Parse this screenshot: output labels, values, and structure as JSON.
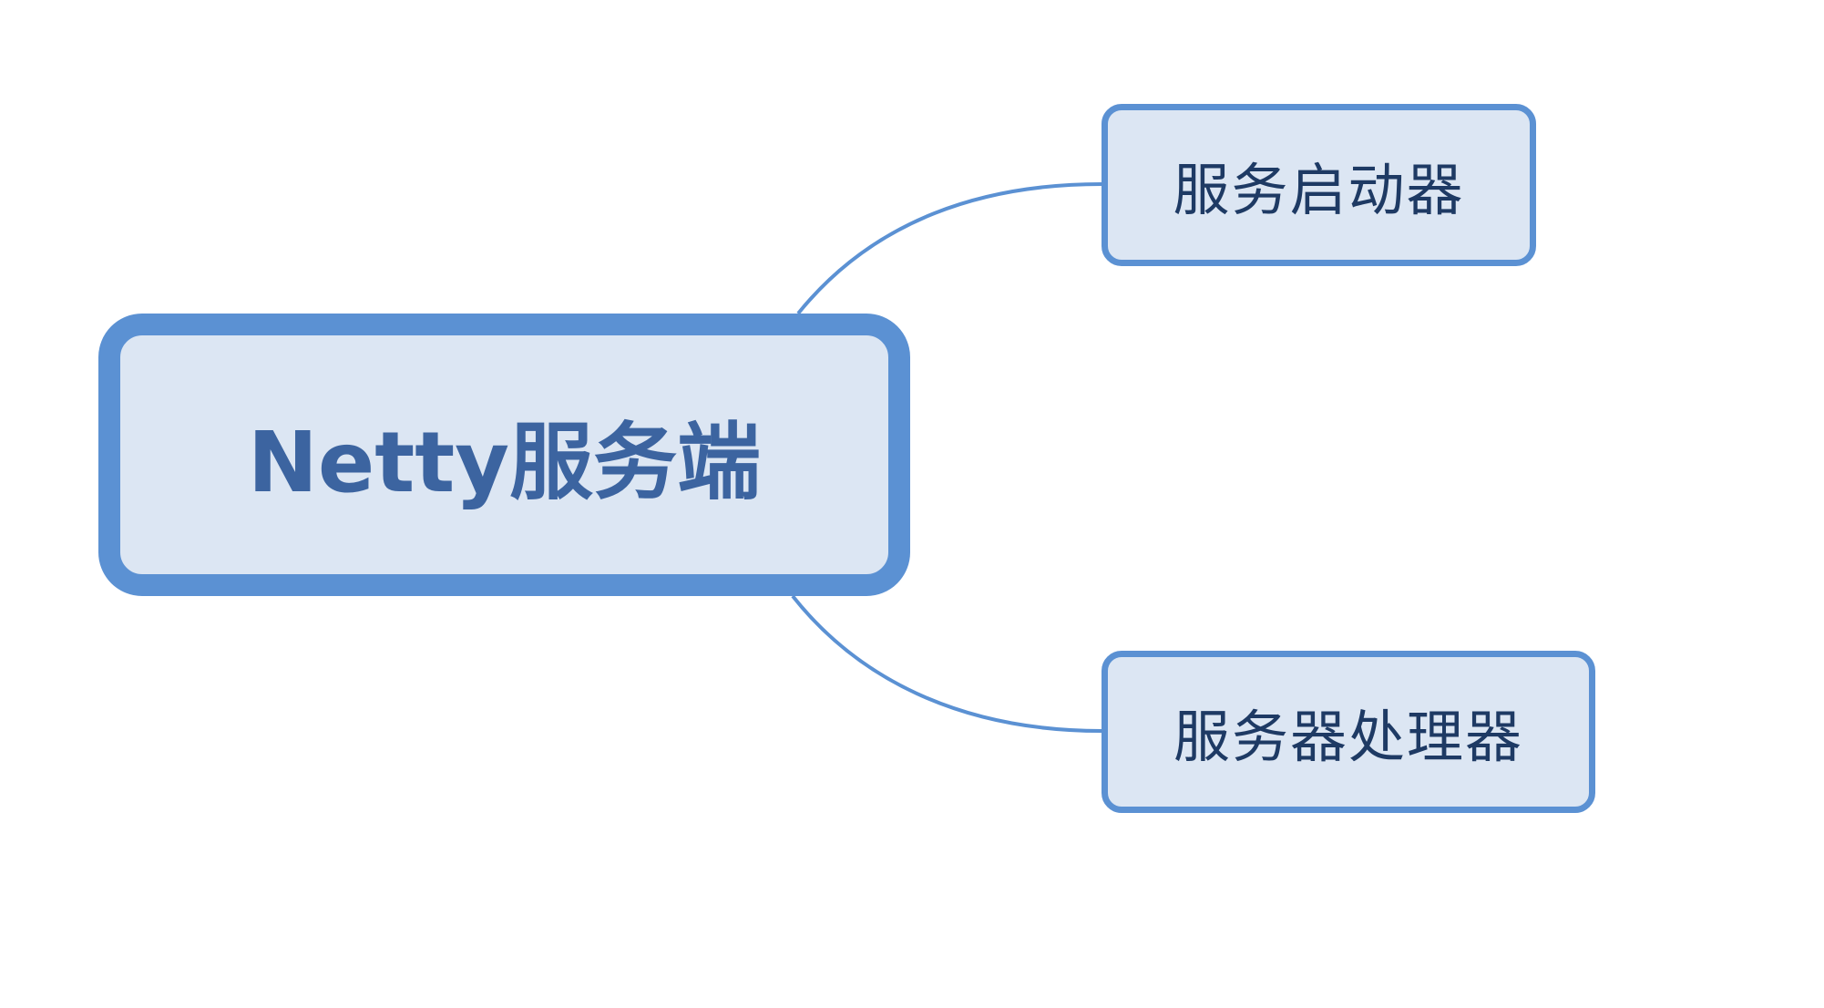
{
  "root": {
    "label": "Netty服务端"
  },
  "children": [
    {
      "label": "服务启动器"
    },
    {
      "label": "服务器处理器"
    }
  ],
  "colors": {
    "node_fill": "#dce6f3",
    "node_border": "#5b91d3",
    "connector": "#5b91d3",
    "root_text": "#3c64a0",
    "child_text": "#1e3a64"
  }
}
